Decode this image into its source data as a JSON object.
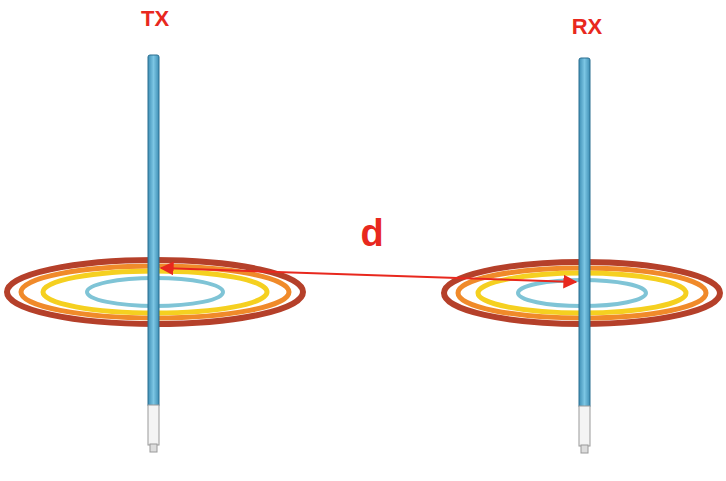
{
  "diagram": {
    "labels": [
      "TX",
      "RX",
      "d"
    ]
  }
}
